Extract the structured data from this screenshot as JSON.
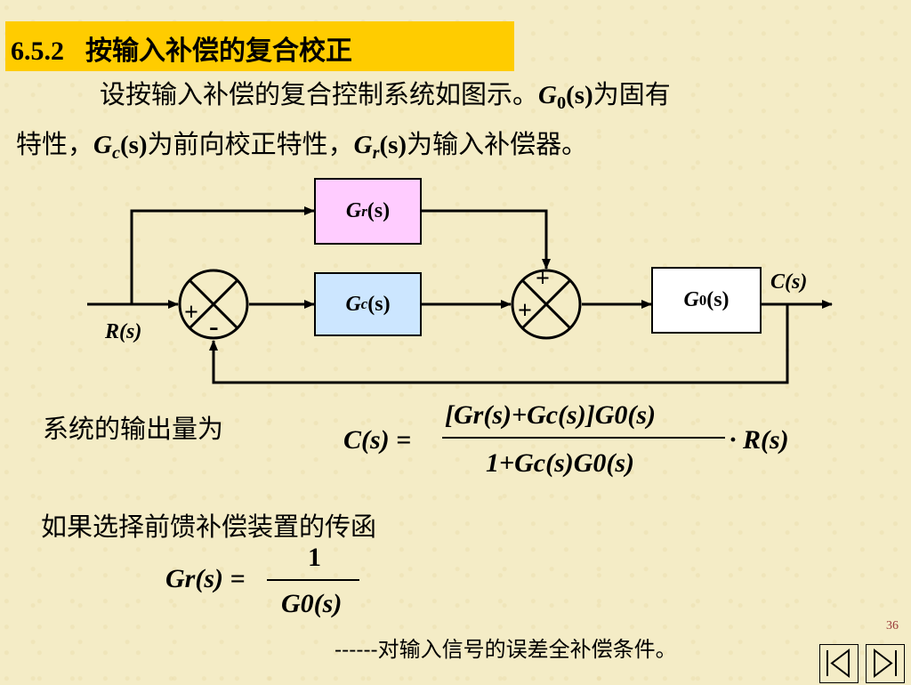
{
  "title": {
    "number": "6.5.2",
    "text": "按输入补偿的复合校正"
  },
  "intro": {
    "line1_prefix": "设按输入补偿的复合控制系统如图示。",
    "g0": "G",
    "g0_sub": "0",
    "g0_arg": "(s)",
    "line1_suffix": "为固有",
    "line2_a": "特性，",
    "gc": "G",
    "gc_sub": "c",
    "gc_arg": "(s)",
    "line2_b": "为前向校正特性，",
    "gr": "G",
    "gr_sub": "r",
    "gr_arg": "(s)",
    "line2_c": "为输入补偿器。"
  },
  "diagram": {
    "gr_block": {
      "g": "G",
      "sub": "r",
      "arg": "(s)",
      "color": "#ffccff"
    },
    "gc_block": {
      "g": "G",
      "sub": "c",
      "arg": "(s)",
      "color": "#cce6ff"
    },
    "g0_block": {
      "g": "G",
      "sub": "0",
      "arg": "(s)",
      "color": "#ffffff"
    },
    "input_label": "R(s)",
    "output_label": "C(s)",
    "sum1_plus": "+",
    "sum1_minus": "-",
    "sum2_plus_top": "+",
    "sum2_plus_left": "+"
  },
  "output_text": "系统的输出量为",
  "formula1": {
    "lhs": "C(s) =",
    "numerator": "[Gr(s)+Gc(s)]G0(s)",
    "denominator": "1+Gc(s)G0(s)",
    "rhs": "· R(s)"
  },
  "feedforward_text": "如果选择前馈补偿装置的传函",
  "formula2": {
    "lhs": "Gr(s) =",
    "numerator": "1",
    "denominator": "G0(s)"
  },
  "condition_text": "------对输入信号的误差全补偿条件。",
  "page_number": "36",
  "nav": {
    "prev": "prev-page",
    "next": "next-page"
  }
}
